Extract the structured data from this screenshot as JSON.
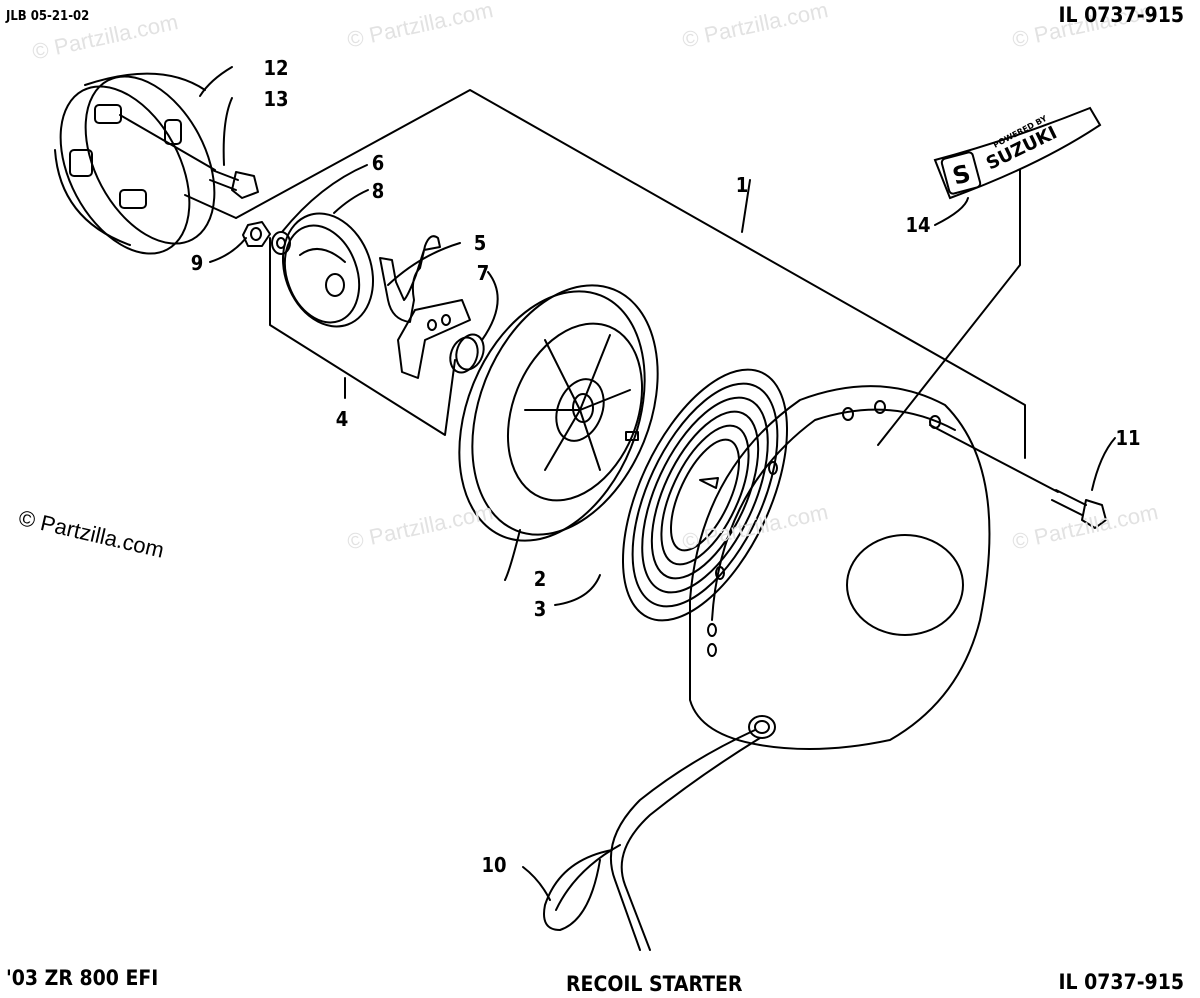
{
  "header": {
    "top_left": "JLB 05-21-02",
    "top_right": "IL 0737-915"
  },
  "footer": {
    "bottom_left": "'03 ZR 800 EFI",
    "title": "RECOIL STARTER",
    "bottom_right": "IL 0737-915"
  },
  "watermark": {
    "faint": "© Partzilla.com",
    "dark": "© Partzilla.com"
  },
  "decal": {
    "top_text": "POWERED BY",
    "brand_text": "SUZUKI",
    "logo_letter": "S"
  },
  "callouts": [
    "1",
    "2",
    "3",
    "4",
    "5",
    "6",
    "7",
    "8",
    "9",
    "10",
    "11",
    "12",
    "13",
    "14"
  ]
}
